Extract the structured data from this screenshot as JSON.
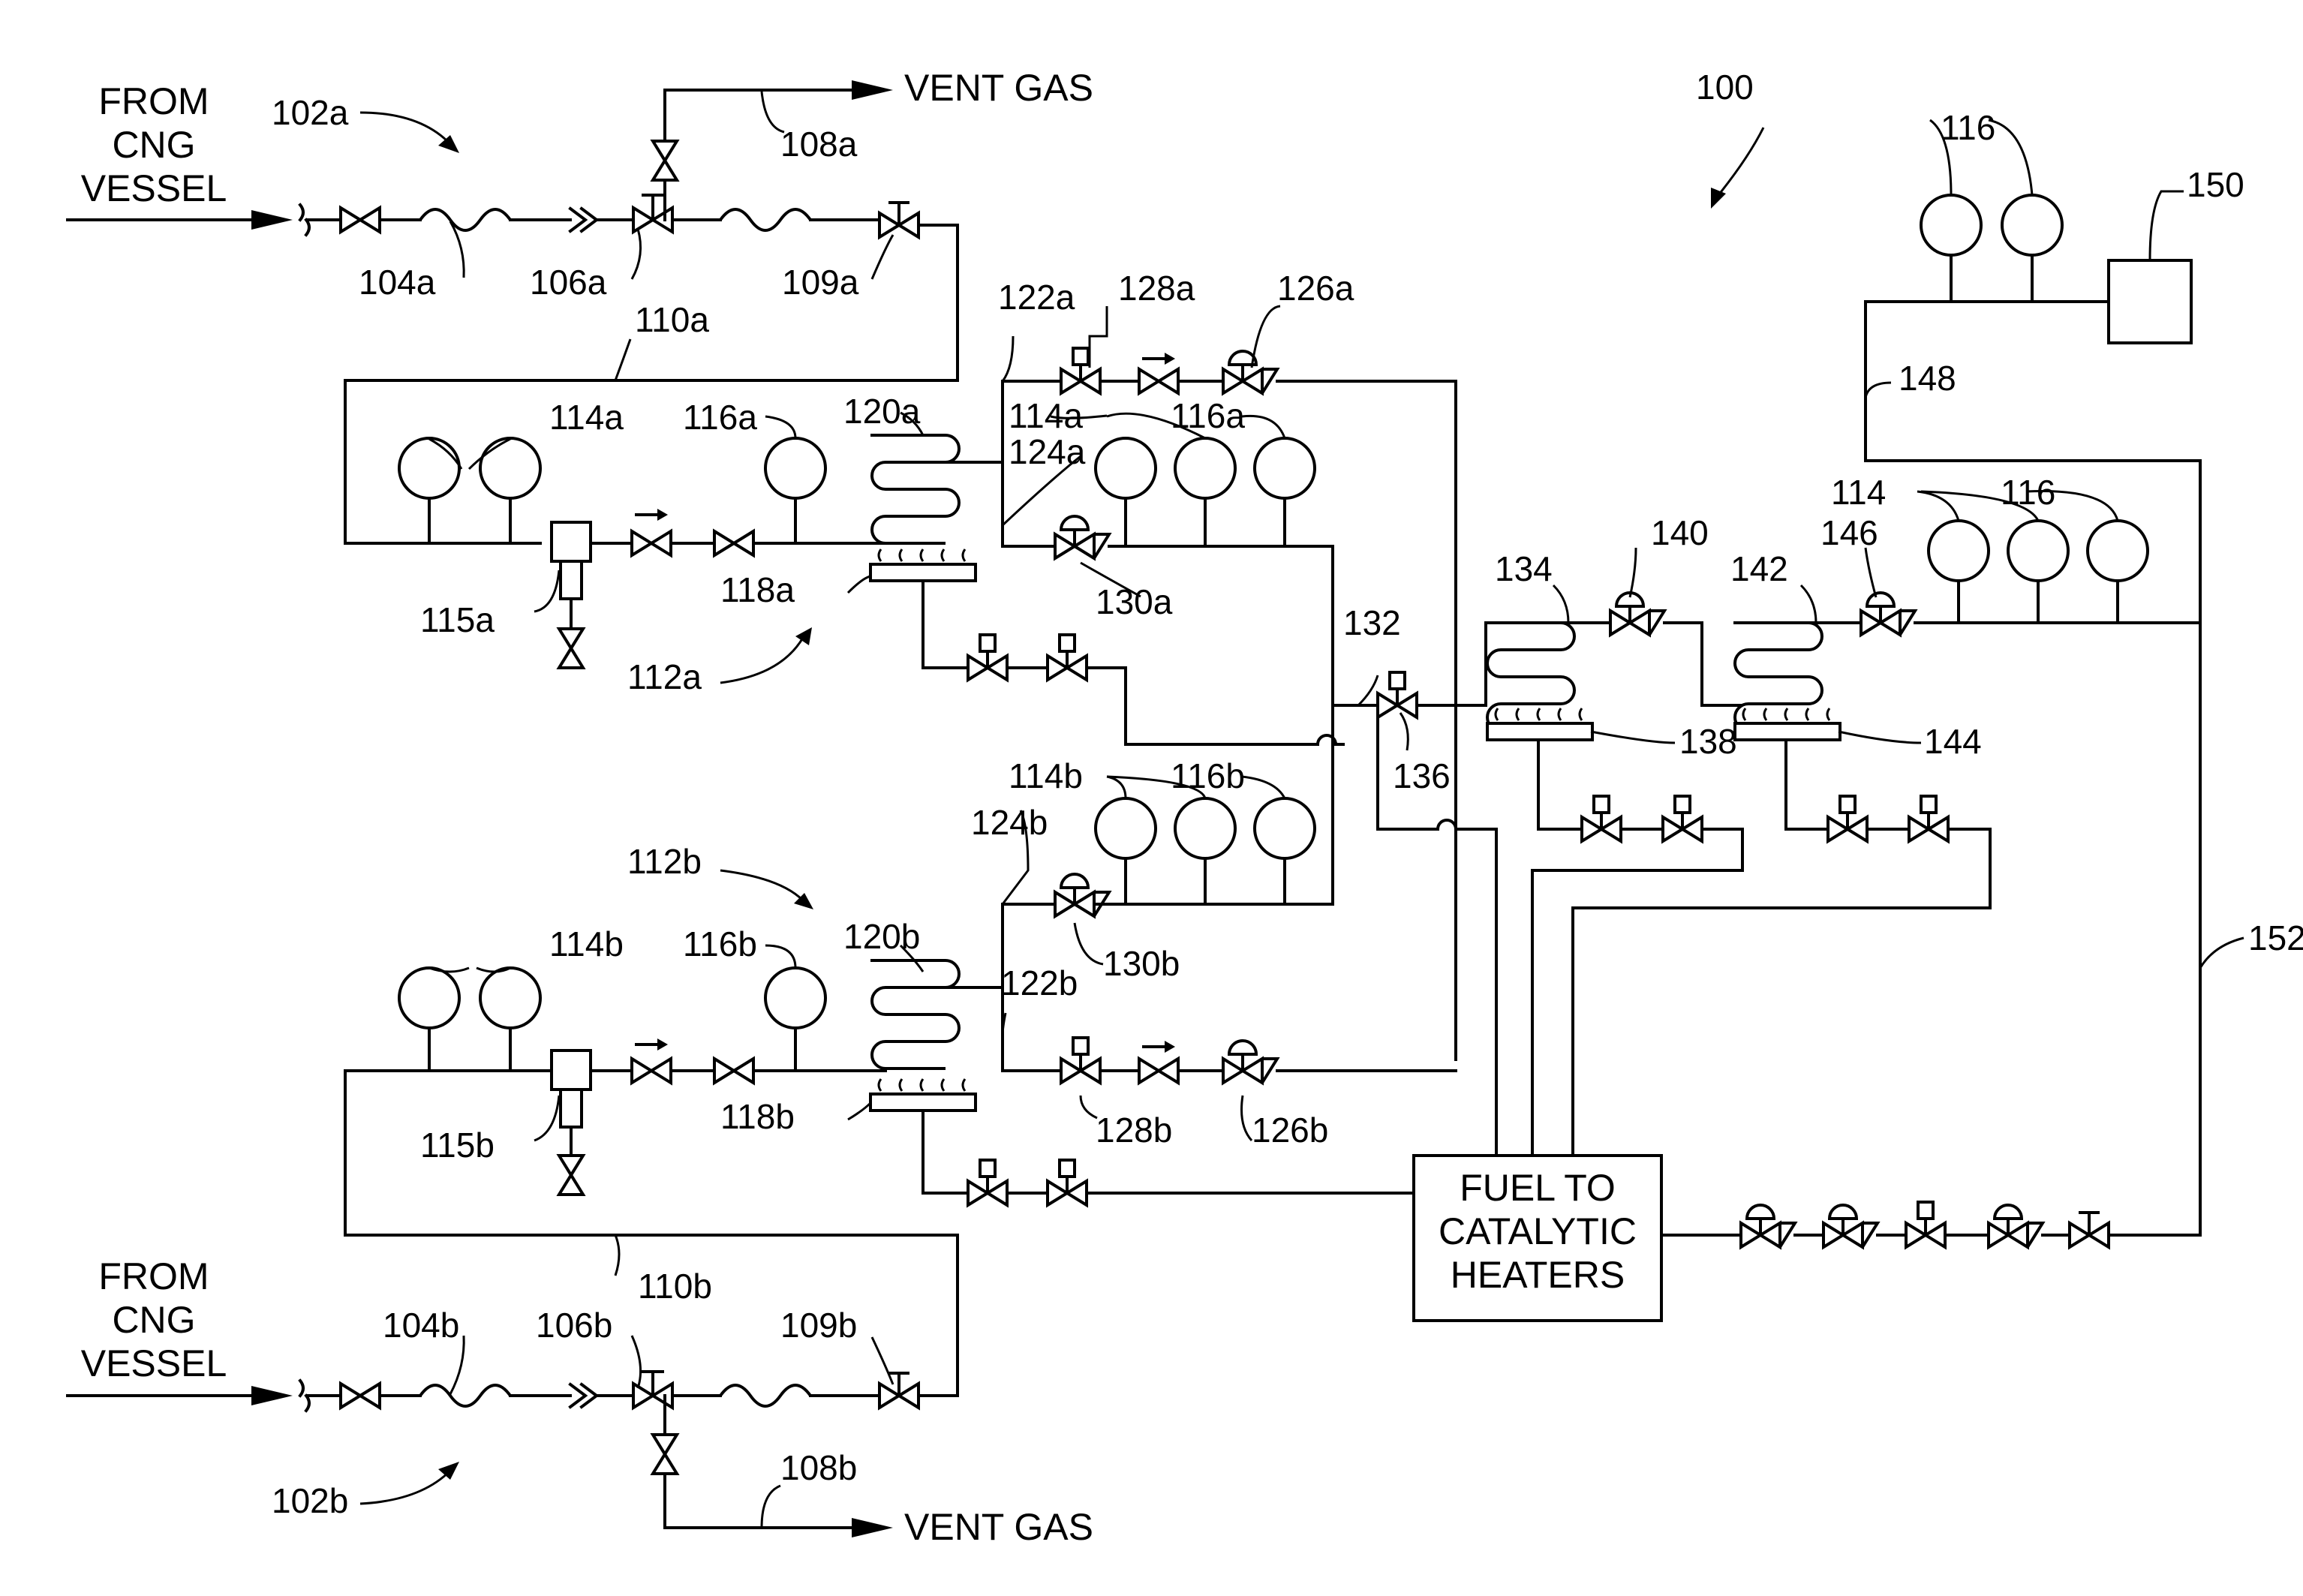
{
  "figure_number": "100",
  "inlet_labels": {
    "top": [
      "FROM",
      "CNG",
      "VESSEL"
    ],
    "bottom": [
      "FROM",
      "CNG",
      "VESSEL"
    ]
  },
  "vent_labels": {
    "top": "VENT GAS",
    "bottom": "VENT GAS"
  },
  "fuel_box": [
    "FUEL TO",
    "CATALYTIC",
    "HEATERS"
  ],
  "refs": {
    "r102a": "102a",
    "r104a": "104a",
    "r106a": "106a",
    "r108a": "108a",
    "r109a": "109a",
    "r110a": "110a",
    "r112a": "112a",
    "r114a_left": "114a",
    "r115a": "115a",
    "r116a_left": "116a",
    "r118a": "118a",
    "r120a": "120a",
    "r122a": "122a",
    "r124a": "124a",
    "r126a": "126a",
    "r128a": "128a",
    "r130a": "130a",
    "r114a_right": "114a",
    "r116a_right": "116a",
    "r102b": "102b",
    "r104b": "104b",
    "r106b": "106b",
    "r108b": "108b",
    "r109b": "109b",
    "r110b": "110b",
    "r112b": "112b",
    "r114b_left": "114b",
    "r115b": "115b",
    "r116b_left": "116b",
    "r118b": "118b",
    "r120b": "120b",
    "r122b": "122b",
    "r124b": "124b",
    "r126b": "126b",
    "r128b": "128b",
    "r130b": "130b",
    "r114b_right": "114b",
    "r116b_right": "116b",
    "r114": "114",
    "r116_mid": "116",
    "r116_top": "116",
    "r132": "132",
    "r134": "134",
    "r136": "136",
    "r138": "138",
    "r140": "140",
    "r142": "142",
    "r144": "144",
    "r146": "146",
    "r148": "148",
    "r150": "150",
    "r152": "152"
  }
}
